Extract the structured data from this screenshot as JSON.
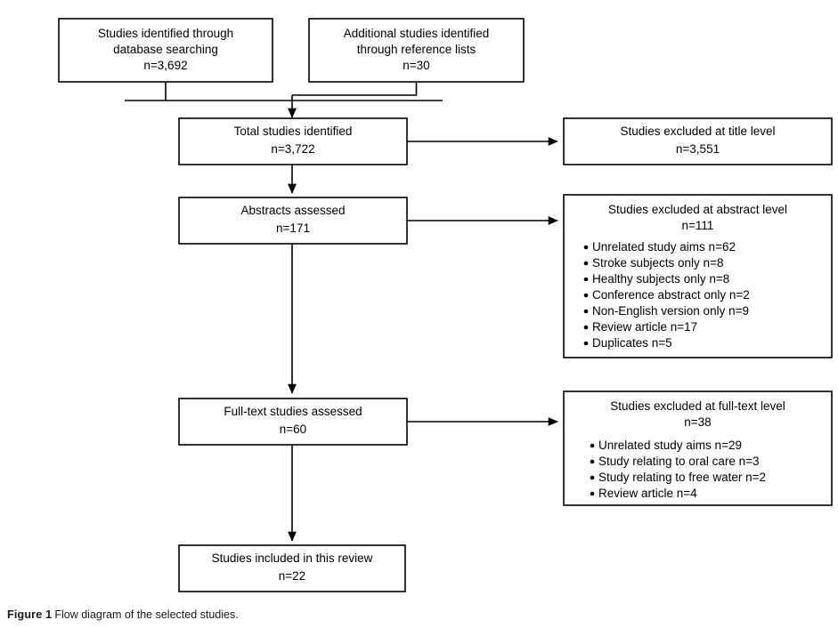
{
  "figure": {
    "caption_label": "Figure 1",
    "caption_text": "Flow diagram of the selected studies."
  },
  "flow": {
    "identification_left": {
      "line1": "Studies identified through",
      "line2": "database searching",
      "line3": "n=3,692"
    },
    "identification_right": {
      "line1": "Additional studies identified",
      "line2": "through reference lists",
      "line3": "n=30"
    },
    "total_identified": {
      "line1": "Total studies identified",
      "line2": "n=3,722"
    },
    "excluded_title": {
      "line1": "Studies excluded at title level",
      "line2": "n=3,551"
    },
    "abstracts_assessed": {
      "line1": "Abstracts assessed",
      "line2": "n=171"
    },
    "excluded_abstract": {
      "line1": "Studies excluded at abstract level",
      "line2": "n=111",
      "bullets": [
        "Unrelated study aims n=62",
        "Stroke subjects only n=8",
        "Healthy subjects only n=8",
        "Conference abstract only n=2",
        "Non-English version only n=9",
        "Review article n=17",
        "Duplicates n=5"
      ]
    },
    "fulltext_assessed": {
      "line1": "Full-text studies assessed",
      "line2": "n=60"
    },
    "excluded_fulltext": {
      "line1": "Studies excluded at full-text level",
      "line2": "n=38",
      "bullets": [
        "Unrelated study aims n=29",
        "Study relating to oral care n=3",
        "Study relating to free water n=2",
        "Review article n=4"
      ]
    },
    "included": {
      "line1": "Studies included in this review",
      "line2": "n=22"
    }
  },
  "colors": {
    "stroke": "#000000",
    "box_fill": "#ffffff",
    "text": "#000000",
    "page_background": "#ffffff"
  }
}
